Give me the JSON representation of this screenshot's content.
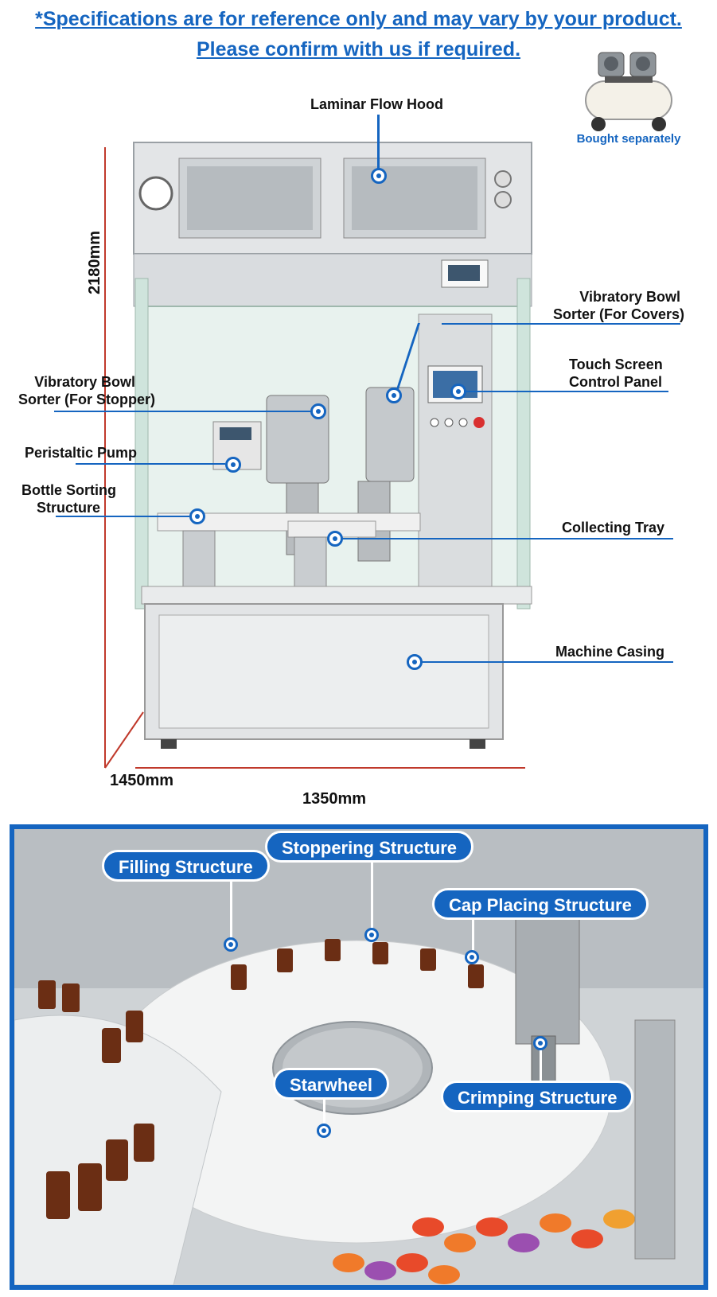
{
  "disclaimer": {
    "line1": "*Specifications are for reference only and may vary by your product.",
    "line2": "Please confirm with us if required."
  },
  "accessory": {
    "label": "Bought separately",
    "icon": "air-compressor-icon"
  },
  "dimensions": {
    "height": "2180mm",
    "depth": "1450mm",
    "width": "1350mm"
  },
  "callouts": {
    "laminar_flow_hood": "Laminar Flow Hood",
    "bowl_covers_1": "Vibratory Bowl",
    "bowl_covers_2": "Sorter (For Covers)",
    "touch_screen_1": "Touch Screen",
    "touch_screen_2": "Control Panel",
    "bowl_stopper_1": "Vibratory Bowl",
    "bowl_stopper_2": "Sorter (For Stopper)",
    "peristaltic_pump": "Peristaltic Pump",
    "bottle_sorting_1": "Bottle Sorting",
    "bottle_sorting_2": "Structure",
    "collecting_tray": "Collecting Tray",
    "machine_casing": "Machine Casing"
  },
  "photo_labels": {
    "filling": "Filling Structure",
    "stoppering": "Stoppering Structure",
    "cap_placing": "Cap Placing Structure",
    "starwheel": "Starwheel",
    "crimping": "Crimping Structure"
  },
  "colors": {
    "accent": "#1565c0",
    "dimension_line": "#c0392b"
  }
}
